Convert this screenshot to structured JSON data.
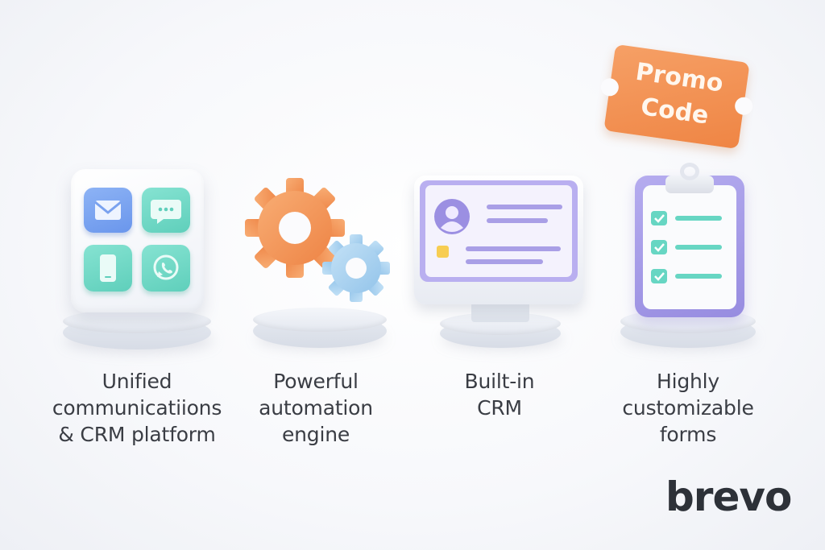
{
  "features": [
    {
      "id": "communications",
      "caption": [
        "Unified",
        "communicatiions",
        "& CRM platform"
      ],
      "icons": [
        "envelope-icon",
        "chat-bubble-icon",
        "mobile-phone-icon",
        "whatsapp-icon"
      ]
    },
    {
      "id": "automation",
      "caption": [
        "Powerful",
        "automation",
        "engine"
      ],
      "icons": [
        "large-gear-icon",
        "small-gear-icon"
      ]
    },
    {
      "id": "crm",
      "caption": [
        "Built-in",
        "CRM"
      ],
      "icons": [
        "monitor-icon",
        "contact-avatar-icon"
      ]
    },
    {
      "id": "forms",
      "caption": [
        "Highly",
        "customizable",
        "forms"
      ],
      "icons": [
        "clipboard-icon",
        "checkbox-icon"
      ]
    }
  ],
  "promo": {
    "line1": "Promo",
    "line2": "Code"
  },
  "brand": {
    "name": "brevo"
  },
  "colors": {
    "mint": "#64d6c3",
    "blue": "#6f9cf0",
    "orange": "#f28f52",
    "lavender": "#a59ce6",
    "light_blue": "#a9d2ef",
    "text": "#3a3d44"
  }
}
